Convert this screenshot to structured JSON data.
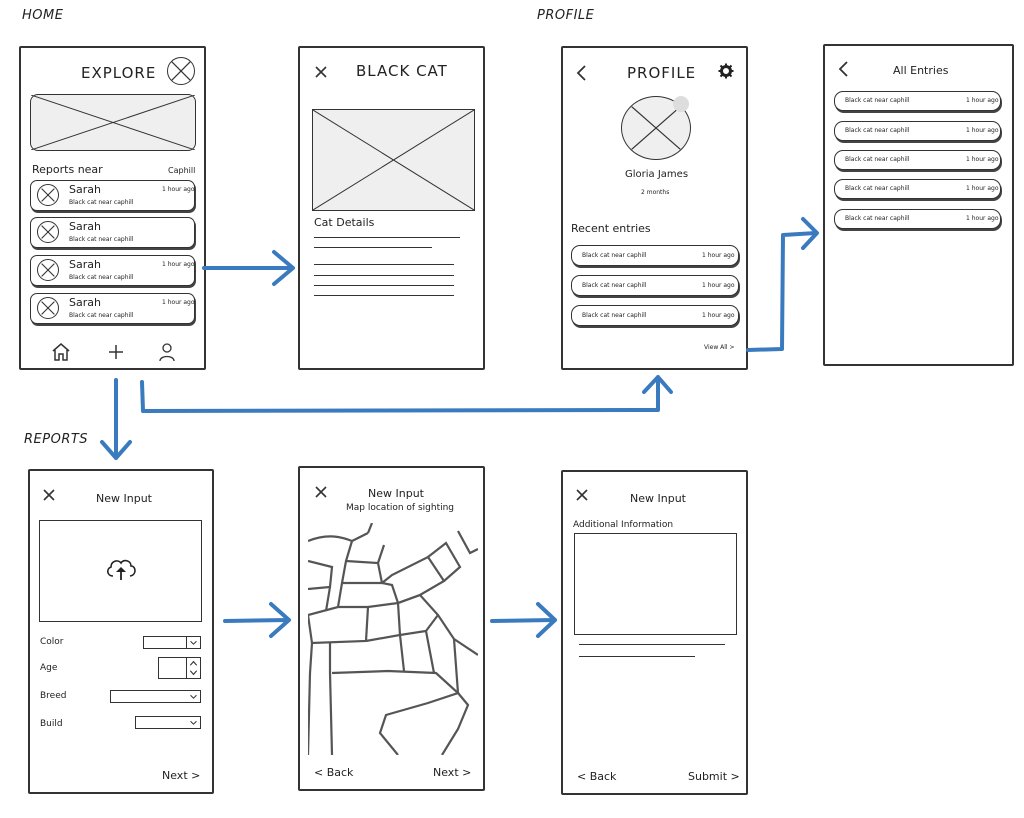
{
  "sections": {
    "home": "HOME",
    "profile": "PROFILE",
    "reports": "REPORTS"
  },
  "explore": {
    "title": "EXPLORE",
    "reports_heading": "Reports near",
    "location": "Caphill",
    "reports": [
      {
        "name": "Sarah",
        "time": "1 hour ago",
        "desc": "Black cat near caphill"
      },
      {
        "name": "Sarah",
        "time": "",
        "desc": "Black cat near caphill"
      },
      {
        "name": "Sarah",
        "time": "1 hour ago",
        "desc": "Black cat near caphill"
      },
      {
        "name": "Sarah",
        "time": "1 hour ago",
        "desc": "Black cat near caphill"
      }
    ],
    "nav_icons": [
      "home-icon",
      "plus-icon",
      "user-icon"
    ]
  },
  "detail": {
    "title": "BLACK CAT",
    "details_heading": "Cat Details"
  },
  "profile": {
    "title": "PROFILE",
    "name": "Gloria James",
    "tenure": "2 months",
    "recent_heading": "Recent entries",
    "entries": [
      {
        "desc": "Black cat near caphill",
        "time": "1 hour ago"
      },
      {
        "desc": "Black cat near caphill",
        "time": "1 hour ago"
      },
      {
        "desc": "Black cat near caphill",
        "time": "1 hour ago"
      }
    ],
    "view_all": "View All >"
  },
  "all_entries": {
    "title": "All Entries",
    "entries": [
      {
        "desc": "Black cat near caphill",
        "time": "1 hour ago"
      },
      {
        "desc": "Black cat near caphill",
        "time": "1 hour ago"
      },
      {
        "desc": "Black cat near caphill",
        "time": "1 hour ago"
      },
      {
        "desc": "Black cat near caphill",
        "time": "1 hour ago"
      },
      {
        "desc": "Black cat near caphill",
        "time": "1 hour ago"
      }
    ]
  },
  "new_input_1": {
    "title": "New Input",
    "fields": [
      "Color",
      "Age",
      "Breed",
      "Build"
    ],
    "next": "Next >"
  },
  "new_input_2": {
    "title": "New Input",
    "subtitle": "Map location of sighting",
    "back": "< Back",
    "next": "Next >"
  },
  "new_input_3": {
    "title": "New Input",
    "additional_heading": "Additional Information",
    "back": "< Back",
    "submit": "Submit >"
  },
  "colors": {
    "arrow": "#3a7bbf",
    "ink": "#333333",
    "placeholder": "#efefef"
  }
}
